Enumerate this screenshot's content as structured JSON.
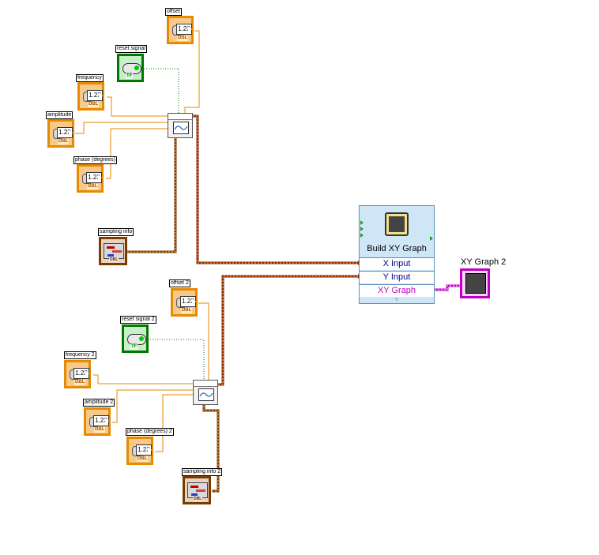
{
  "controls": {
    "offset": {
      "label": "offset",
      "value": "1.23",
      "type": "DBL"
    },
    "reset_signal": {
      "label": "reset signal",
      "type": "TF"
    },
    "frequency": {
      "label": "frequency",
      "value": "1.23",
      "type": "DBL"
    },
    "amplitude": {
      "label": "amplitude",
      "value": "1.23",
      "type": "DBL"
    },
    "phase": {
      "label": "phase (degrees)",
      "value": "1.23",
      "type": "DBL"
    },
    "sampling_info": {
      "label": "sampling info",
      "type": "DBL"
    },
    "offset2": {
      "label": "offset 2",
      "value": "1.23",
      "type": "DBL"
    },
    "reset_signal2": {
      "label": "reset signal 2",
      "type": "TF"
    },
    "frequency2": {
      "label": "frequency 2",
      "value": "1.23",
      "type": "DBL"
    },
    "amplitude2": {
      "label": "amplitude 2",
      "value": "1.23",
      "type": "DBL"
    },
    "phase2": {
      "label": "phase (degrees) 2",
      "value": "1.23",
      "type": "DBL"
    },
    "sampling_info2": {
      "label": "sampling info 2",
      "type": "DBL"
    }
  },
  "build_xy_graph": {
    "title": "Build XY Graph",
    "x_input": "X Input",
    "y_input": "Y Input",
    "xy_graph": "XY Graph",
    "expand_glyph": "˅"
  },
  "indicator": {
    "label": "XY Graph 2"
  },
  "colors": {
    "numeric": "#e68a00",
    "boolean": "#007700",
    "cluster": "#7a3a00",
    "dynamic_data": "#a0522d",
    "graph": "#c000c0",
    "express_node": "#5a8fc0"
  }
}
